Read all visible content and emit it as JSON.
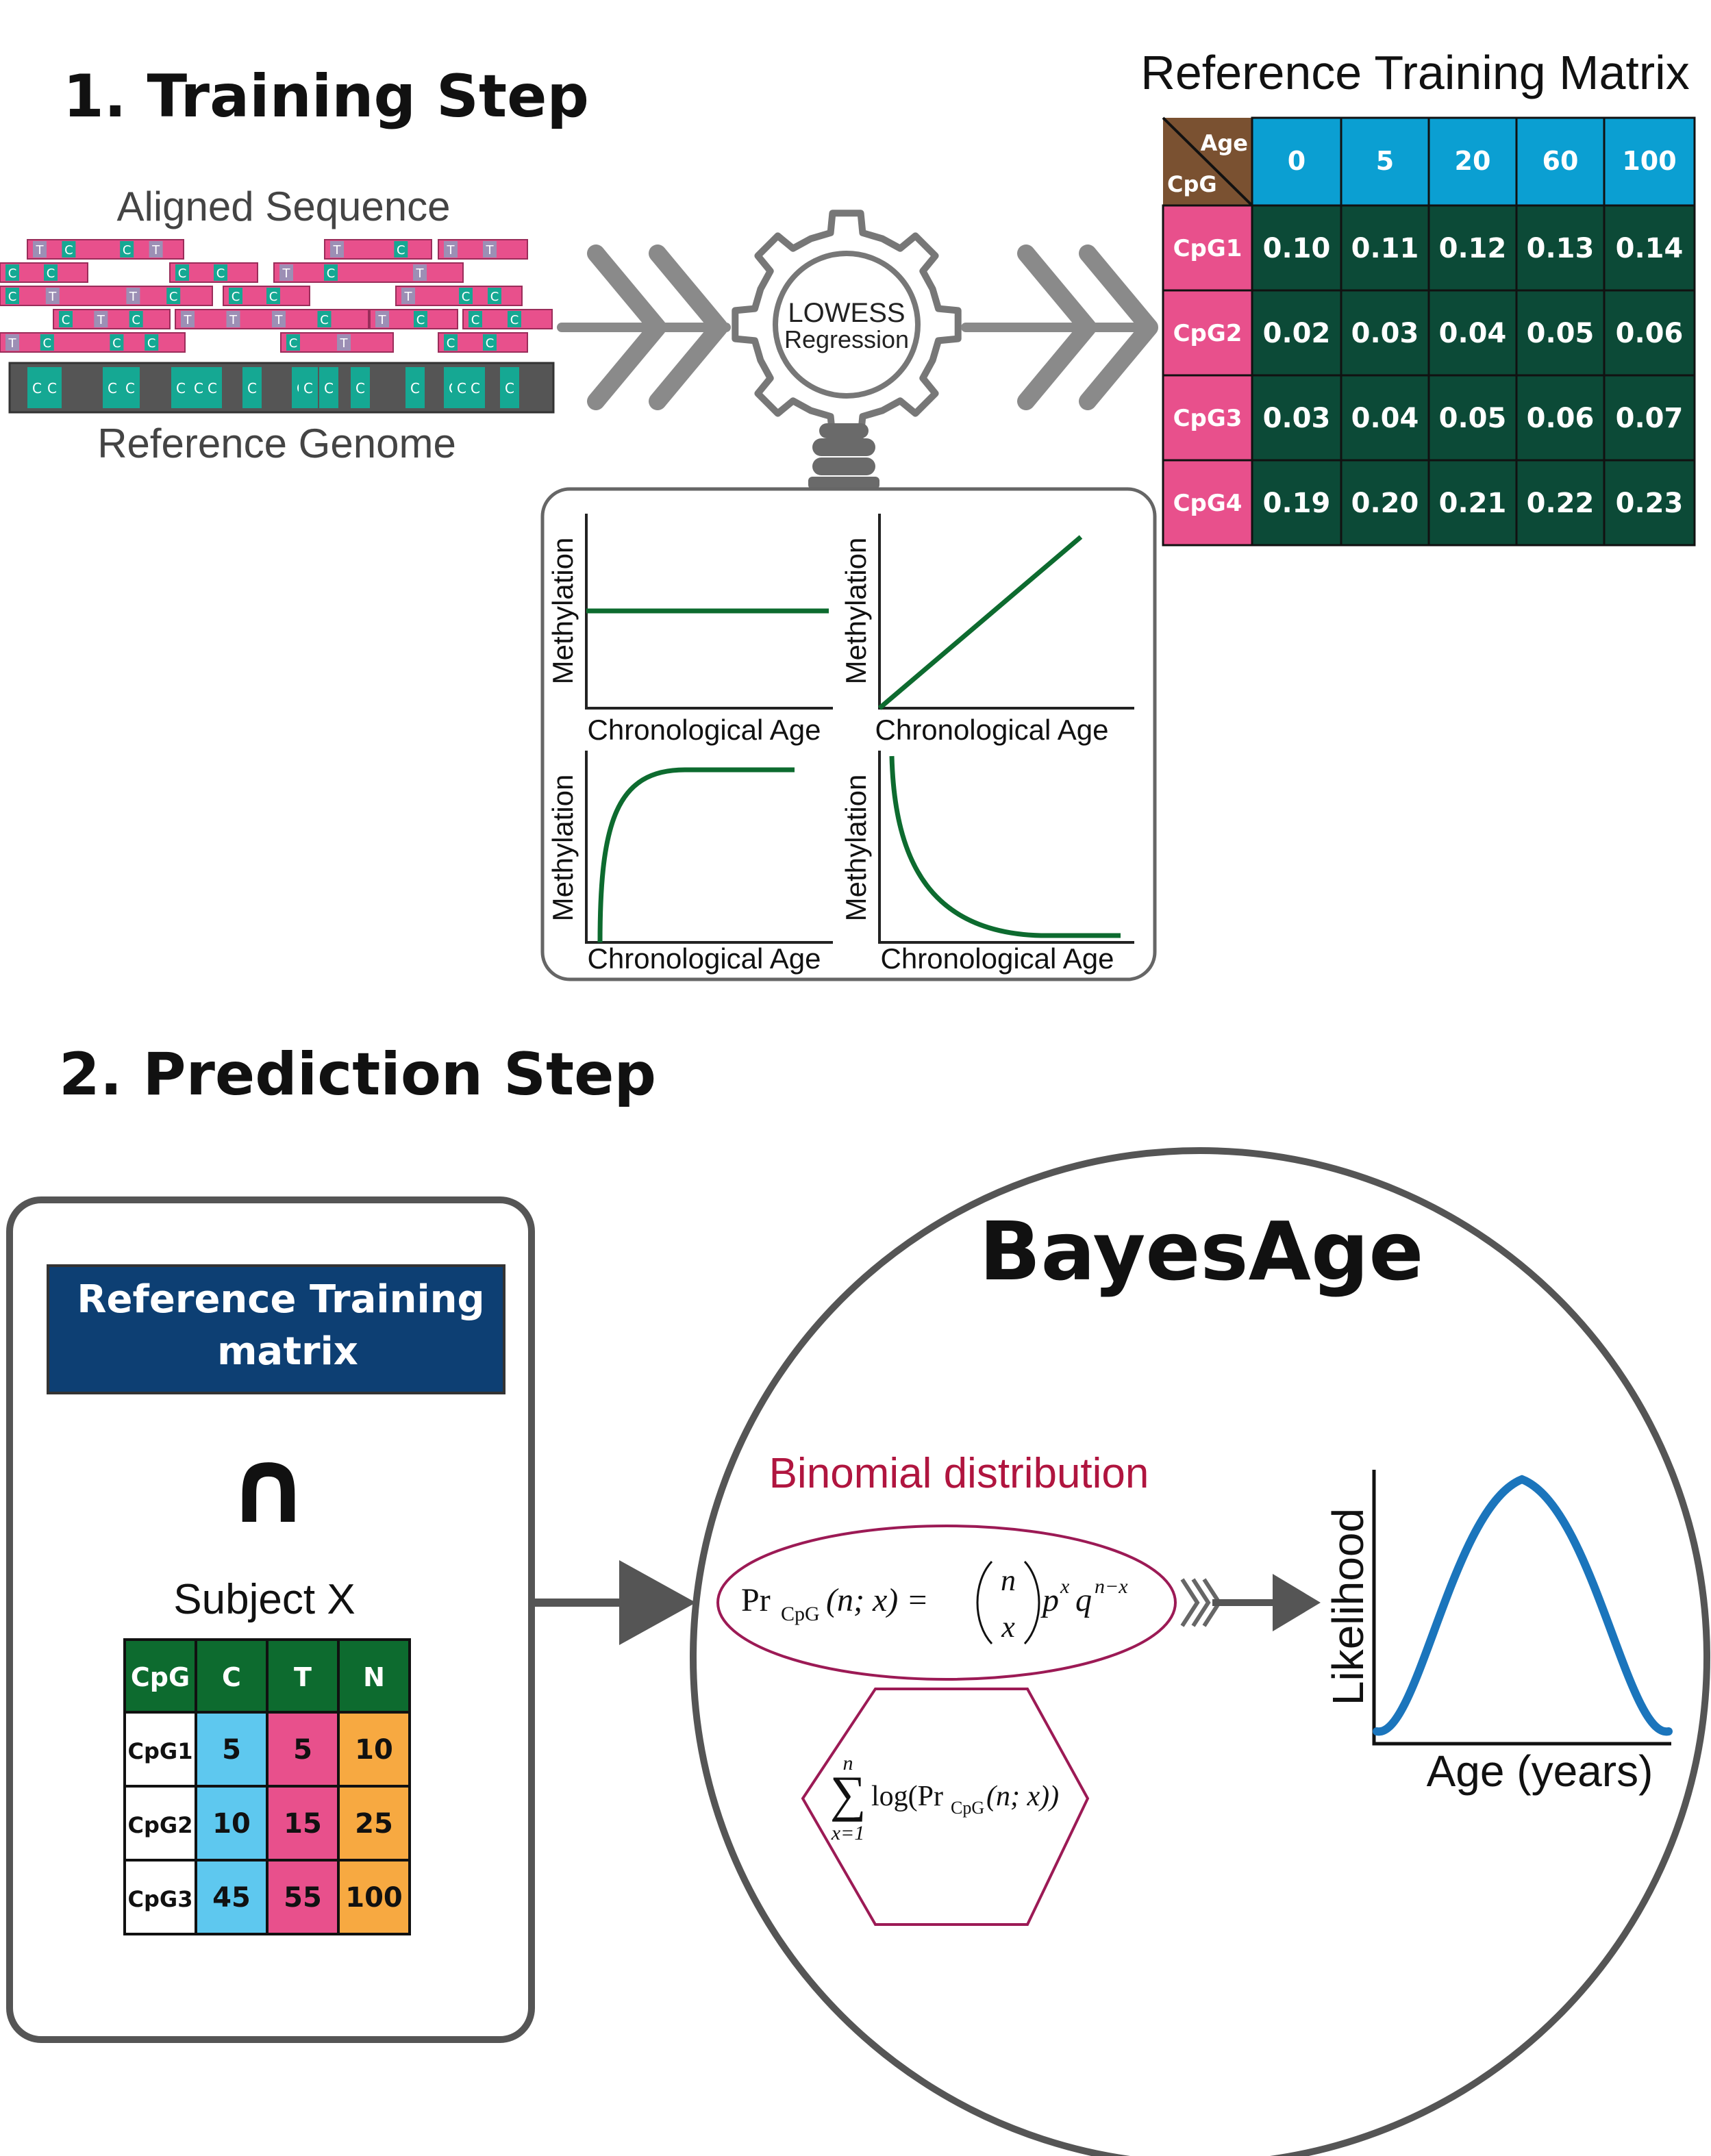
{
  "training": {
    "heading": "1.   Training Step",
    "aligned_label": "Aligned Sequence",
    "reference_label": "Reference Genome",
    "gear_line1": "LOWESS",
    "gear_line2": "Regression",
    "matrix_title": "Reference Training Matrix",
    "matrix_corner_top": "Age",
    "matrix_corner_bottom": "CpG",
    "matrix_ages": [
      "0",
      "5",
      "20",
      "60",
      "100"
    ],
    "matrix_rows": [
      {
        "cpg": "CpG1",
        "values": [
          "0.10",
          "0.11",
          "0.12",
          "0.13",
          "0.14"
        ]
      },
      {
        "cpg": "CpG2",
        "values": [
          "0.02",
          "0.03",
          "0.04",
          "0.05",
          "0.06"
        ]
      },
      {
        "cpg": "CpG3",
        "values": [
          "0.03",
          "0.04",
          "0.05",
          "0.06",
          "0.07"
        ]
      },
      {
        "cpg": "CpG4",
        "values": [
          "0.19",
          "0.20",
          "0.21",
          "0.22",
          "0.23"
        ]
      }
    ],
    "plot_xlabel": "Chronological Age",
    "plot_ylabel": "Methylation"
  },
  "prediction": {
    "heading": "2.  Prediction Step",
    "ref_box_line1": "Reference Training",
    "ref_box_line2": "matrix",
    "intersect_symbol": "∩",
    "subject_label": "Subject X",
    "subject_headers": [
      "CpG",
      "C",
      "T",
      "N"
    ],
    "subject_rows": [
      {
        "cpg": "CpG1",
        "c": "5",
        "t": "5",
        "n": "10"
      },
      {
        "cpg": "CpG2",
        "c": "10",
        "t": "15",
        "n": "25"
      },
      {
        "cpg": "CpG3",
        "c": "45",
        "t": "55",
        "n": "100"
      }
    ],
    "bayes_title": "BayesAge",
    "binomial_label": "Binomial distribution",
    "formula_pr": "Pr",
    "formula_sub": "CpG",
    "formula_args": "(n; x) =",
    "formula_n": "n",
    "formula_x": "x",
    "formula_p": "p",
    "formula_q": "q",
    "formula_exp_q": "n−x",
    "sum_top": "n",
    "sum_bottom": "x=1",
    "sum_body": "log(Pr",
    "sum_body_end": "(n; x))",
    "likelihood_ylabel": "Likelihood",
    "likelihood_xlabel": "Age (years)"
  },
  "colors": {
    "pink": "#e8508c",
    "teal": "#15a893",
    "dark_green": "#0c4a37",
    "header_blue": "#0b9fd2",
    "corner_brown": "#7a5131",
    "navy": "#0d3f73",
    "light_blue": "#5ec8ef",
    "orange": "#f7a941",
    "crimson": "#b0153f",
    "likelihood_blue": "#1b75bc",
    "arrow_gray": "#8a8a8a",
    "border_gray": "#5a5a5a"
  }
}
